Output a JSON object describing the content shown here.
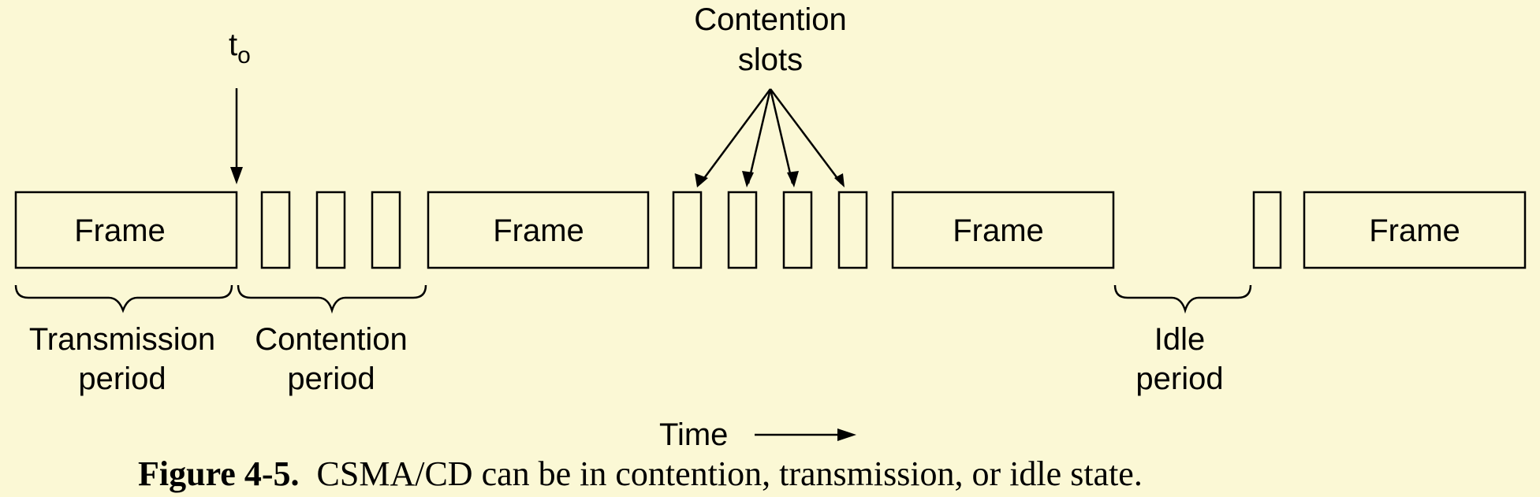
{
  "frames": [
    "Frame",
    "Frame",
    "Frame",
    "Frame"
  ],
  "t0": {
    "main": "t",
    "sub": "o"
  },
  "contention_slots_label": [
    "Contention",
    "slots"
  ],
  "periods": {
    "transmission": [
      "Transmission",
      "period"
    ],
    "contention": [
      "Contention",
      "period"
    ],
    "idle": [
      "Idle",
      "period"
    ]
  },
  "time_label": "Time",
  "caption": {
    "number": "Figure 4-5.",
    "text": "CSMA/CD can be in contention, transmission, or idle state."
  }
}
